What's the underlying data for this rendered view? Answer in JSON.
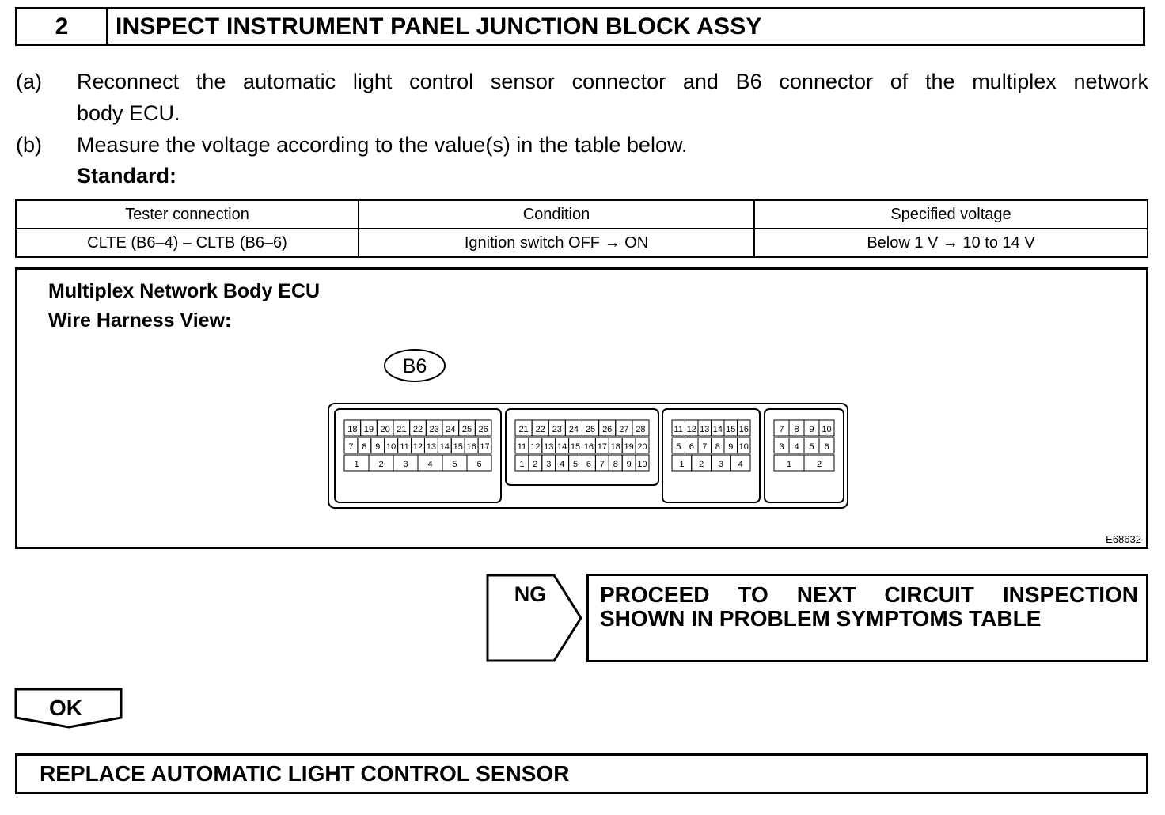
{
  "header": {
    "step_number": "2",
    "title": "INSPECT INSTRUMENT PANEL JUNCTION BLOCK ASSY"
  },
  "instructions": [
    {
      "label": "(a)",
      "line1": "Reconnect the automatic light control sensor connector and B6 connector of the multiplex network",
      "line2": "body ECU."
    },
    {
      "label": "(b)",
      "line1": "Measure the voltage according to the value(s) in the table below."
    }
  ],
  "standard_label": "Standard:",
  "table": {
    "headers": [
      "Tester connection",
      "Condition",
      "Specified voltage"
    ],
    "rows": [
      [
        "CLTE (B6–4) – CLTB (B6–6)",
        "Ignition switch OFF → ON",
        "Below 1 V → 10 to 14 V"
      ]
    ]
  },
  "diagram": {
    "title_line1": "Multiplex Network Body ECU",
    "title_line2": "Wire Harness View:",
    "connector_label": "B6",
    "figure_code": "E68632",
    "pins": {
      "block1": {
        "top": [
          "18",
          "19",
          "20",
          "21",
          "22",
          "23",
          "24",
          "25",
          "26"
        ],
        "mid": [
          "7",
          "8",
          "9",
          "10",
          "11",
          "12",
          "13",
          "14",
          "15",
          "16",
          "17"
        ],
        "bot": [
          "1",
          "2",
          "3",
          "4",
          "5",
          "6"
        ]
      },
      "block2": {
        "top": [
          "21",
          "22",
          "23",
          "24",
          "25",
          "26",
          "27",
          "28"
        ],
        "mid": [
          "11",
          "12",
          "13",
          "14",
          "15",
          "16",
          "17",
          "18",
          "19",
          "20"
        ],
        "bot": [
          "1",
          "2",
          "3",
          "4",
          "5",
          "6",
          "7",
          "8",
          "9",
          "10"
        ]
      },
      "block3": {
        "top": [
          "11",
          "12",
          "13",
          "14",
          "15",
          "16"
        ],
        "mid": [
          "5",
          "6",
          "7",
          "8",
          "9",
          "10"
        ],
        "bot": [
          "1",
          "2",
          "3",
          "4"
        ]
      },
      "block4": {
        "top": [
          "7",
          "8",
          "9",
          "10"
        ],
        "mid": [
          "3",
          "4",
          "5",
          "6"
        ],
        "bot": [
          "1",
          "2"
        ]
      }
    }
  },
  "flow": {
    "ng_label": "NG",
    "ng_result_line1": "PROCEED TO NEXT CIRCUIT INSPECTION",
    "ng_result_line2": "SHOWN IN PROBLEM SYMPTOMS TABLE",
    "ok_label": "OK",
    "ok_result": "REPLACE AUTOMATIC LIGHT CONTROL SENSOR"
  }
}
